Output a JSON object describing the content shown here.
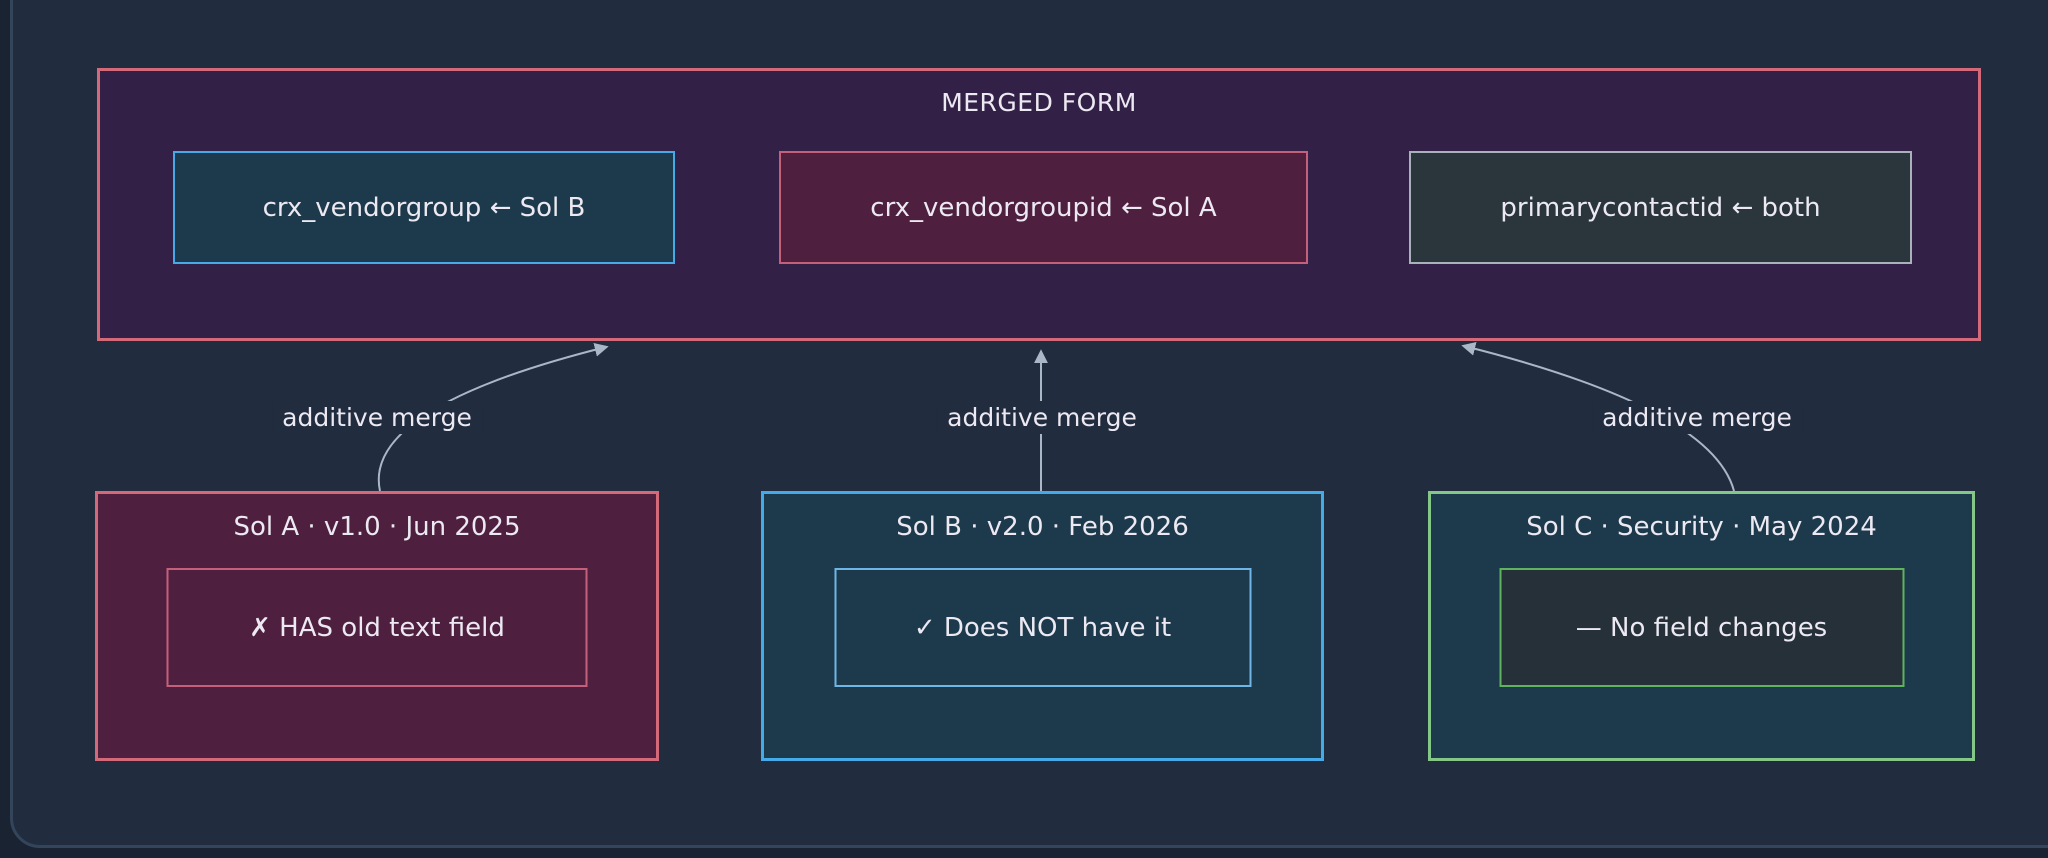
{
  "colors": {
    "outside_bg": "#1a2331",
    "page_bg": "#212c3e",
    "frame_border": "#34445b",
    "merged_bg": "#332047",
    "merged_border": "#d4697a",
    "blue_border": "#45aae8",
    "blue_inner_border": "#6fb6e6",
    "blue_bg": "#1d3a4c",
    "wine_border": "#c5607a",
    "wine_bg": "#4e1f3f",
    "gray_border": "#a8b2ba",
    "gray_bg": "#2a363c",
    "green_border": "#85c787",
    "green_inner_border": "#5fb35e",
    "slate_bg": "#253039",
    "arrow": "#aab7c7",
    "text": "#ece9f2"
  },
  "merged_form": {
    "title": "MERGED FORM",
    "fields": [
      "crx_vendorgroup ← Sol B",
      "crx_vendorgroupid ← Sol A",
      "primarycontactid ← both"
    ]
  },
  "edges": [
    "additive merge",
    "additive merge",
    "additive merge"
  ],
  "solutions": [
    {
      "title": "Sol A · v1.0 · Jun 2025",
      "note": "✗ HAS old text field"
    },
    {
      "title": "Sol B · v2.0 · Feb 2026",
      "note": "✓ Does NOT have it"
    },
    {
      "title": "Sol C · Security · May 2024",
      "note": "— No field changes"
    }
  ]
}
